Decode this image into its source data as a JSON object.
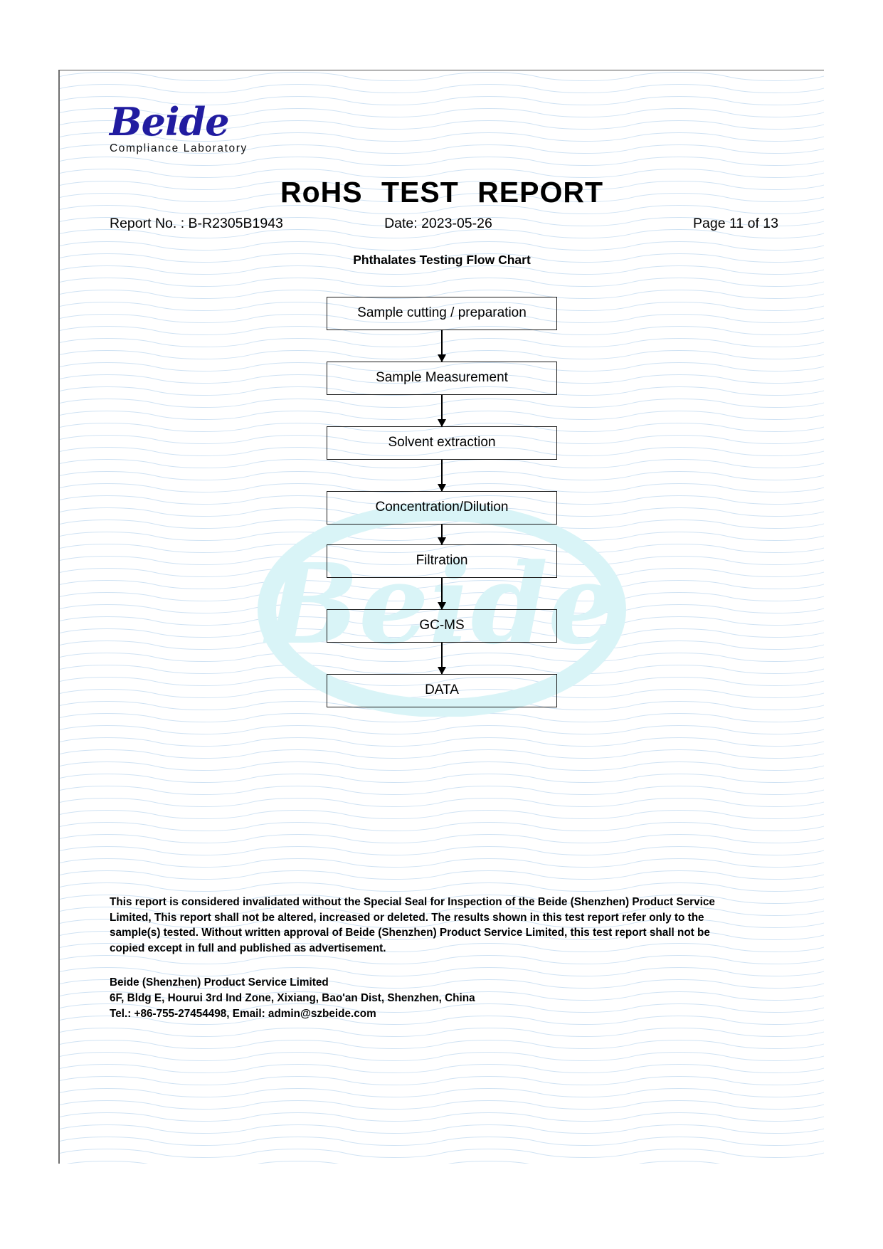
{
  "brand": {
    "logo_word": "Beide",
    "logo_subtitle": "Compliance Laboratory",
    "logo_color": "#211CA0",
    "watermark_text": "Beide",
    "watermark_color": "#d6f3f6"
  },
  "header": {
    "title": "RoHS   TEST   REPORT",
    "report_no": "Report No. : B-R2305B1943",
    "date": "Date: 2023-05-26",
    "page": "Page 11 of 13"
  },
  "section": {
    "title": "Phthalates Testing Flow Chart"
  },
  "flowchart": {
    "type": "flow-diagram",
    "orientation": "vertical",
    "steps": [
      {
        "label": "Sample cutting / preparation"
      },
      {
        "label": "Sample Measurement"
      },
      {
        "label": "Solvent extraction"
      },
      {
        "label": "Concentration/Dilution"
      },
      {
        "label": "Filtration"
      },
      {
        "label": "GC-MS"
      },
      {
        "label": "DATA"
      }
    ]
  },
  "footer": {
    "disclaimer": "This report is considered invalidated without the Special Seal for Inspection of the Beide (Shenzhen) Product Service Limited, This report shall not be altered, increased or deleted. The results shown in this test report refer only to the sample(s) tested. Without written approval of Beide (Shenzhen) Product Service Limited, this test report shall not be copied except in full and published as advertisement.",
    "company": "Beide (Shenzhen) Product Service Limited",
    "address": "6F, Bldg E, Hourui 3rd Ind Zone, Xixiang, Bao'an Dist, Shenzhen, China",
    "contact": "Tel.: +86-755-27454498, Email: admin@szbeide.com"
  }
}
